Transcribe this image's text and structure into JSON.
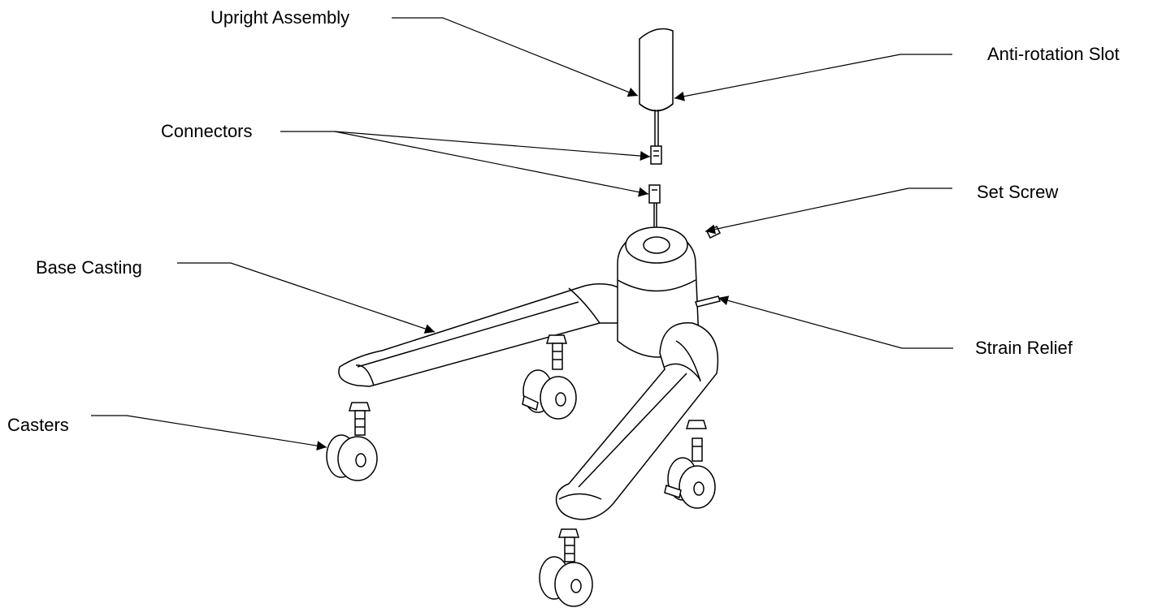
{
  "callouts": {
    "upright_assembly": "Upright Assembly",
    "anti_rotation_slot": "Anti-rotation Slot",
    "connectors": "Connectors",
    "set_screw": "Set Screw",
    "base_casting": "Base Casting",
    "strain_relief": "Strain Relief",
    "casters": "Casters"
  },
  "colors": {
    "line": "#000000",
    "background": "#ffffff"
  }
}
